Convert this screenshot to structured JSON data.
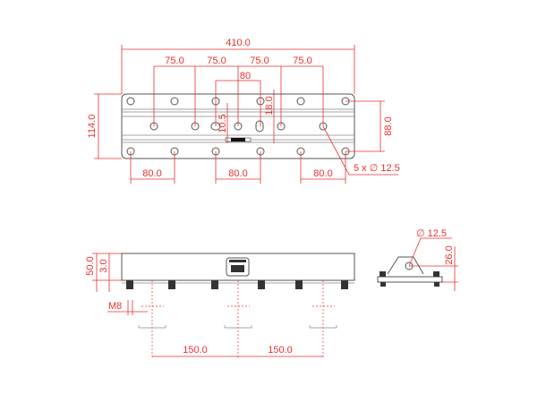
{
  "top_view": {
    "overall_width": "410.0",
    "hole_pitch_1": "75.0",
    "hole_pitch_2": "75.0",
    "hole_pitch_3": "75.0",
    "hole_pitch_4": "75.0",
    "slot_spacing": "80",
    "slot_offset": "10.5",
    "slot_length": "18.0",
    "overall_height": "114.0",
    "hole_row_spacing": "88.0",
    "bottom_pitch_left": "80.0",
    "bottom_pitch_center": "80.0",
    "bottom_pitch_right": "80.0",
    "hole_callout": "5 x ∅ 12.5"
  },
  "side_view": {
    "height": "50.0",
    "plate_thickness": "3.0",
    "bolt_size": "M8",
    "clamp_pitch_left": "150.0",
    "clamp_pitch_right": "150.0"
  },
  "end_view": {
    "hole_diameter": "∅ 12.5",
    "hole_height": "26.0"
  },
  "colors": {
    "dimension": "#e8312f",
    "outline": "#555555"
  }
}
